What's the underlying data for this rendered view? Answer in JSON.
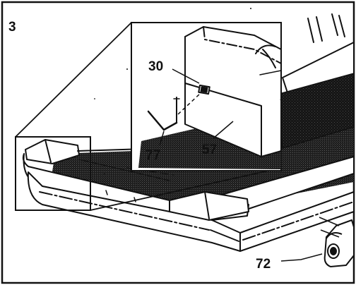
{
  "figure": {
    "step_number": "3",
    "callouts": {
      "part_30": "30",
      "part_77": "77",
      "part_57": "57",
      "part_72": "72"
    }
  },
  "colors": {
    "ink": "#111111",
    "paper": "#ffffff",
    "belt": "#1c1c1c"
  }
}
